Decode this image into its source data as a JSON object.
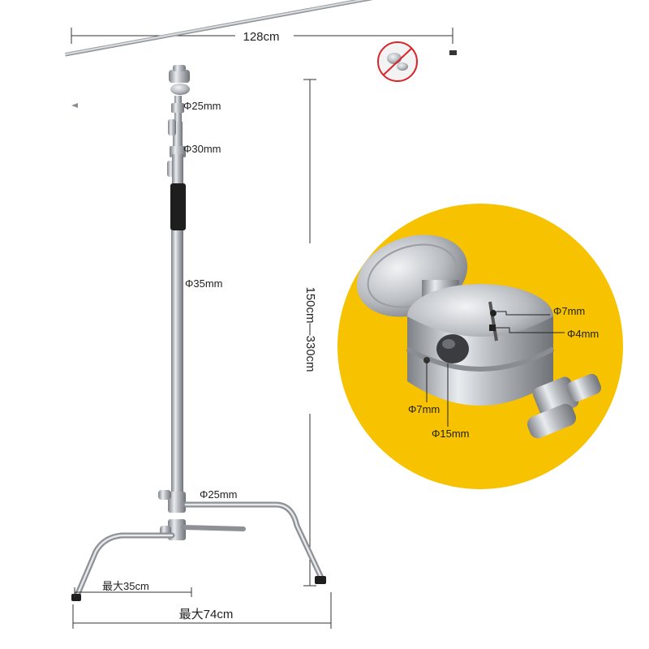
{
  "dimensions": {
    "boom_length": "128cm",
    "height_range": "150cm—330cm",
    "leg_max_short": "最大35cm",
    "leg_max_total": "最大74cm"
  },
  "diameters": {
    "top_tube": "Φ25mm",
    "second_tube": "Φ30mm",
    "main_tube": "Φ35mm",
    "base_tube": "Φ25mm"
  },
  "grip_head_detail": {
    "hole_top": "Φ7mm",
    "slot": "Φ4mm",
    "hole_side": "Φ7mm",
    "center_hole": "Φ15mm"
  },
  "colors": {
    "detail_background": "#f7c200",
    "steel": "#b9bcc0",
    "dimension_line": "#333333"
  }
}
